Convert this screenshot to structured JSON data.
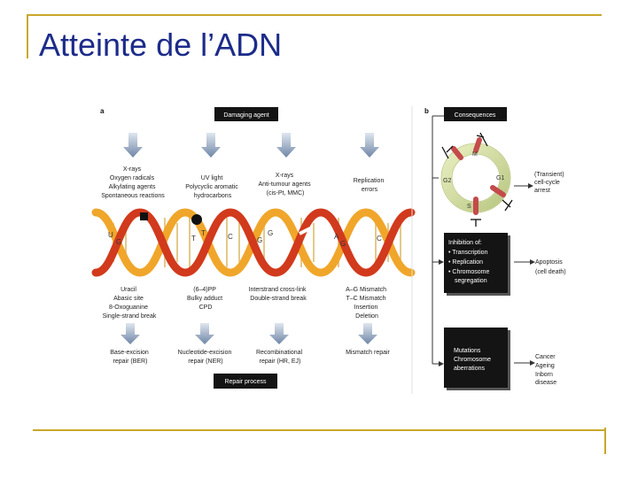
{
  "slide": {
    "title": "Atteinte de l’ADN",
    "colors": {
      "title": "#1c2b8a",
      "frame": "#c9a72a",
      "helix_red": "#d13a1c",
      "helix_orange": "#f0a62a"
    }
  },
  "panel_a": {
    "label": "a",
    "damaging_agent": "Damaging agent",
    "repair_process": "Repair process",
    "agents": [
      [
        "X-rays",
        "Oxygen radicals",
        "Alkylating agents",
        "Spontaneous reactions"
      ],
      [
        "UV light",
        "Polycyclic aromatic",
        "hydrocarbons"
      ],
      [
        "X-rays",
        "Anti-tumour agents",
        "(cis-Pt, MMC)"
      ],
      [
        "Replication",
        "errors"
      ]
    ],
    "lesions": [
      [
        "Uracil",
        "Abasic site",
        "8-Oxoguanine",
        "Single-strand break"
      ],
      [
        "(6–4)PP",
        "Bulky adduct",
        "CPD"
      ],
      [
        "Interstrand cross-link",
        "Double-strand break"
      ],
      [
        "A–G Mismatch",
        "T–C Mismatch",
        "Insertion",
        "Deletion"
      ]
    ],
    "repairs": [
      [
        "Base-excision",
        "repair (BER)"
      ],
      [
        "Nucleotide-excision",
        "repair (NER)"
      ],
      [
        "Recombinational",
        "repair (HR, EJ)"
      ],
      [
        "Mismatch repair"
      ]
    ],
    "bases": [
      "U",
      "G",
      "T",
      "T",
      "C",
      "G",
      "G",
      "A",
      "G",
      "C"
    ]
  },
  "panel_b": {
    "label": "b",
    "consequences": "Consequences",
    "phases": [
      "M",
      "G1",
      "S",
      "G2"
    ],
    "arrest": [
      "(Transient)",
      "cell-cycle",
      "arrest"
    ],
    "inhibition": [
      "Inhibition of:",
      "• Transcription",
      "• Replication",
      "• Chromosome",
      "segregation"
    ],
    "apoptosis": [
      "Apoptosis",
      "(cell death)"
    ],
    "mutations": [
      "Mutations",
      "Chromosome",
      "aberrations"
    ],
    "outcomes": [
      "Cancer",
      "Ageing",
      "Inborn",
      "disease"
    ]
  }
}
